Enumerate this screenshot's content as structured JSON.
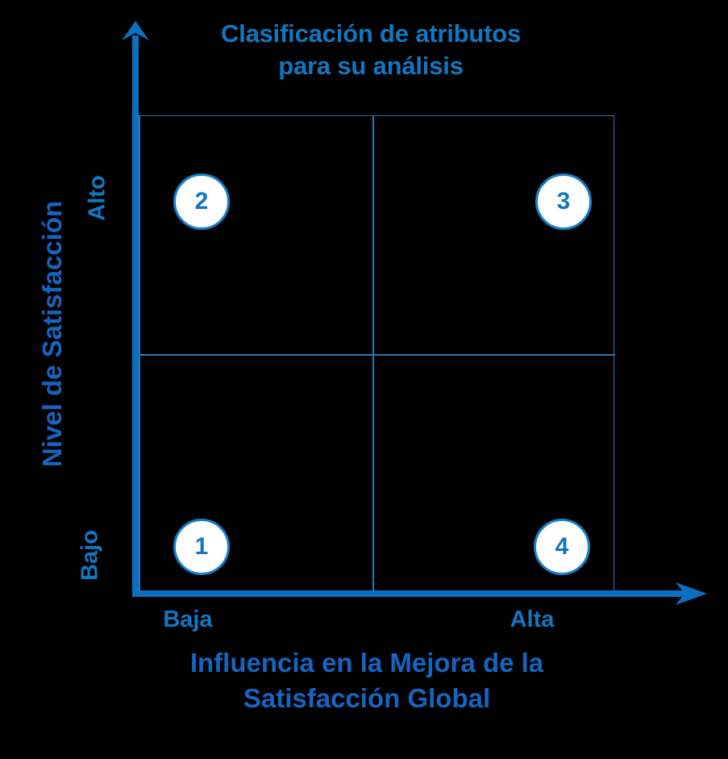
{
  "chart_data": {
    "type": "scatter",
    "title": "Clasificación de atributos para su análisis",
    "title_lines": [
      "Clasificación de atributos",
      "para su análisis"
    ],
    "xlabel": "Influencia en la Mejora de la Satisfacción Global",
    "xlabel_lines": [
      "Influencia en la Mejora de la",
      "Satisfacción Global"
    ],
    "ylabel": "Nivel de Satisfacción",
    "x_tick_labels": [
      "Baja",
      "Alta"
    ],
    "y_tick_labels": [
      "Bajo",
      "Alto"
    ],
    "xlim": [
      0,
      2
    ],
    "ylim": [
      0,
      2
    ],
    "grid": true,
    "legend": "none",
    "quadrants": 4,
    "points": [
      {
        "label": "1",
        "x": 0.27,
        "y": 0.19,
        "quadrant": "baja-bajo"
      },
      {
        "label": "2",
        "x": 0.27,
        "y": 1.64,
        "quadrant": "baja-alto"
      },
      {
        "label": "3",
        "x": 1.79,
        "y": 1.64,
        "quadrant": "alta-alto"
      },
      {
        "label": "4",
        "x": 1.78,
        "y": 0.19,
        "quadrant": "alta-bajo"
      }
    ]
  },
  "colors": {
    "background": "#000000",
    "accent": "#1277C2",
    "axis": "#0B70C0",
    "grid": "#2E75B6",
    "label": "#1565C0",
    "bubble_fill": "#FFFFFF",
    "bubble_ring": "#1580CB"
  }
}
